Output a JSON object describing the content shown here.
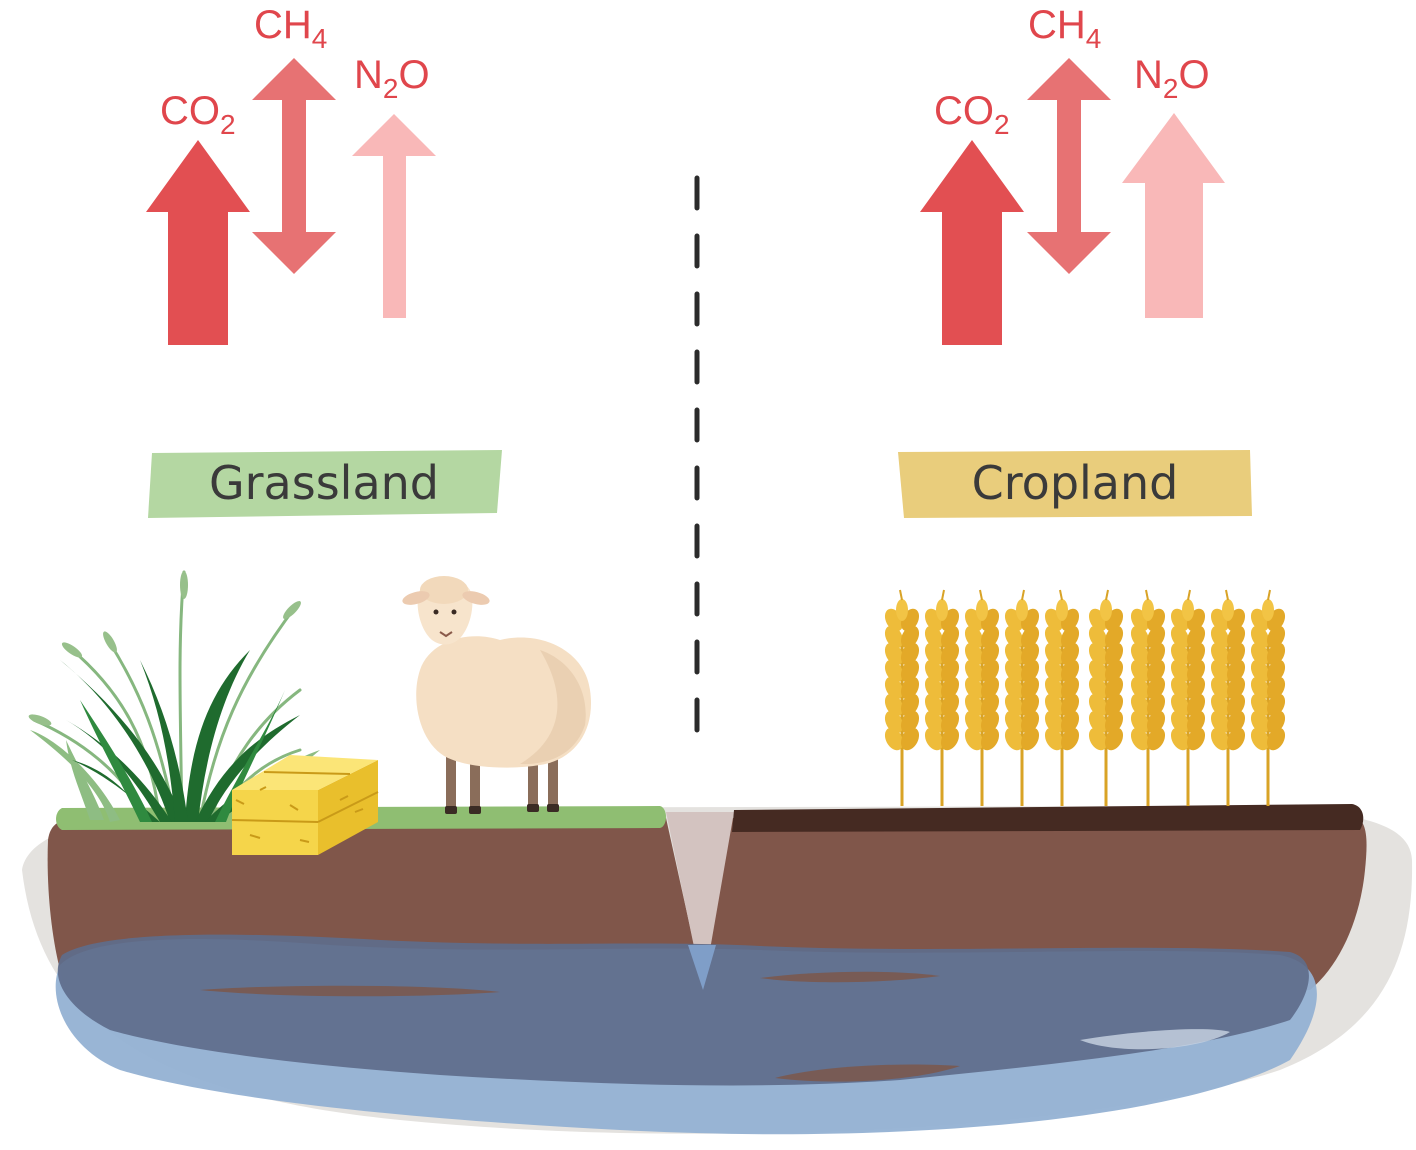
{
  "left_panel": {
    "label": "Grassland",
    "label_color": "#b4d7a2",
    "gases": {
      "co2": {
        "base": "CO",
        "sub": "2",
        "suffix": ""
      },
      "ch4": {
        "base": "CH",
        "sub": "4",
        "suffix": ""
      },
      "n2o": {
        "base": "N",
        "sub": "2",
        "suffix": "O"
      }
    }
  },
  "right_panel": {
    "label": "Cropland",
    "label_color": "#e9cd7c",
    "gases": {
      "co2": {
        "base": "CO",
        "sub": "2",
        "suffix": ""
      },
      "ch4": {
        "base": "CH",
        "sub": "4",
        "suffix": ""
      },
      "n2o": {
        "base": "N",
        "sub": "2",
        "suffix": "O"
      }
    }
  },
  "colors": {
    "co2_arrow": "#e24f52",
    "ch4_arrow": "#e77273",
    "n2o_arrow": "#f9b8b8",
    "soil": "#80564a",
    "topsoil_crop": "#452a22",
    "grass_strip": "#8fbe72",
    "water": "#5e6d8b",
    "water_light": "#94b1d3"
  },
  "icons": [
    "grass-tuft-icon",
    "hay-bale-icon",
    "sheep-icon",
    "wheat-icon"
  ]
}
